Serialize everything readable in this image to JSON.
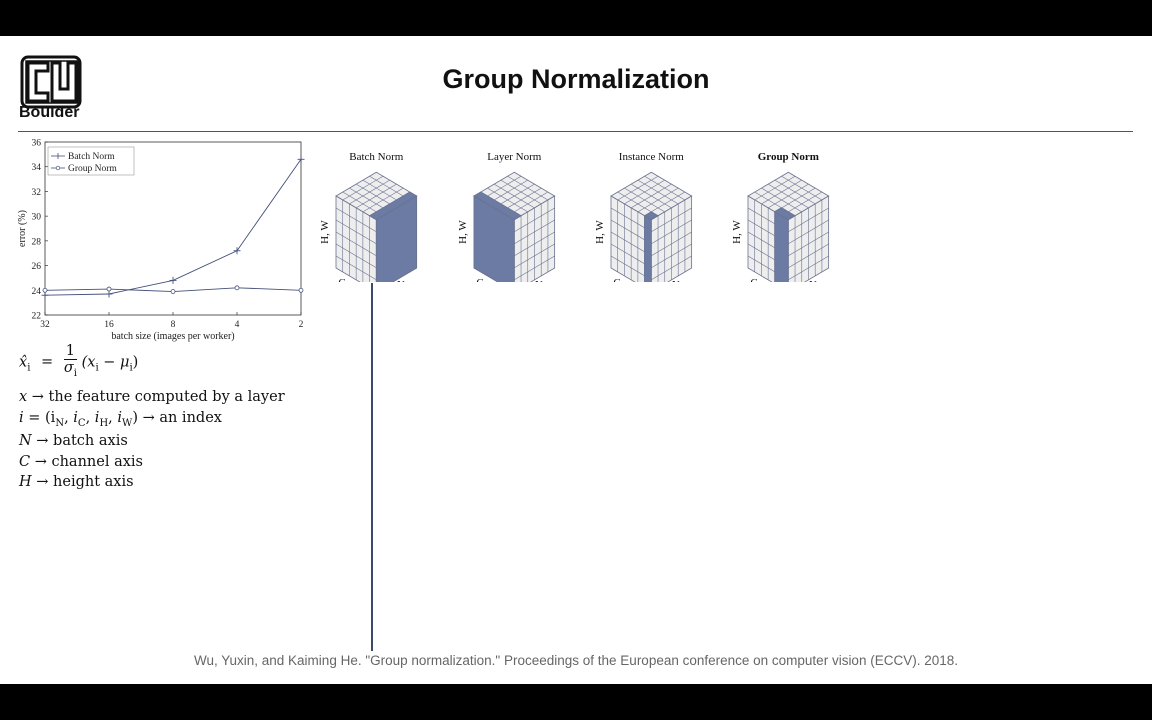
{
  "slide": {
    "logo_text": "Boulder",
    "title": "Group Normalization",
    "citation": "Wu, Yuxin, and Kaiming He. \"Group normalization.\" Proceedings of the European conference on computer vision (ECCV). 2018."
  },
  "chart_data": {
    "type": "line",
    "categories": [
      "32",
      "16",
      "8",
      "4",
      "2"
    ],
    "series": [
      {
        "name": "Batch Norm",
        "values": [
          23.6,
          23.7,
          24.8,
          27.2,
          34.6
        ],
        "marker": "plus"
      },
      {
        "name": "Group Norm",
        "values": [
          24.0,
          24.1,
          23.9,
          24.2,
          24.0
        ],
        "marker": "circle"
      }
    ],
    "xlabel": "batch size (images per worker)",
    "ylabel": "error (%)",
    "ylim": [
      22,
      36
    ],
    "yticks": [
      "22",
      "24",
      "26",
      "28",
      "30",
      "32",
      "34",
      "36"
    ],
    "legend": "top-left",
    "grid": false
  },
  "cubes": [
    {
      "label": "Batch Norm",
      "bold": false
    },
    {
      "label": "Layer Norm",
      "bold": false
    },
    {
      "label": "Instance Norm",
      "bold": false
    },
    {
      "label": "Group Norm",
      "bold": true
    }
  ],
  "axis_labels": {
    "hw": "H, W",
    "c": "C",
    "n": "N"
  },
  "math": {
    "formula_lhs": "x̂",
    "formula_sub": "i",
    "formula_num": "1",
    "formula_den": "σ",
    "formula_den_sub": "i",
    "formula_rhs": "(x",
    "formula_rhs_sub": "i",
    "formula_minus": " − μ",
    "formula_mu_sub": "i",
    "formula_close": ")",
    "line1_var": "x",
    "line1_text": " → the feature computed by a layer",
    "line2_var": "i",
    "line2_text": " = (i",
    "line2_n": "N",
    "line2_c": "C",
    "line2_h": "H",
    "line2_w": "W",
    "line2_end": ") → an index",
    "line3_var": "N",
    "line3_text": " → batch axis",
    "line4_var": "C",
    "line4_text": " → channel axis",
    "line5_var": "H",
    "line5_text": " → height axis"
  },
  "colors": {
    "fill": "#6b7ba3",
    "grid_face": "#eeeeee",
    "grid_line": "#6a7390",
    "accent_line": "#3a4a68"
  }
}
